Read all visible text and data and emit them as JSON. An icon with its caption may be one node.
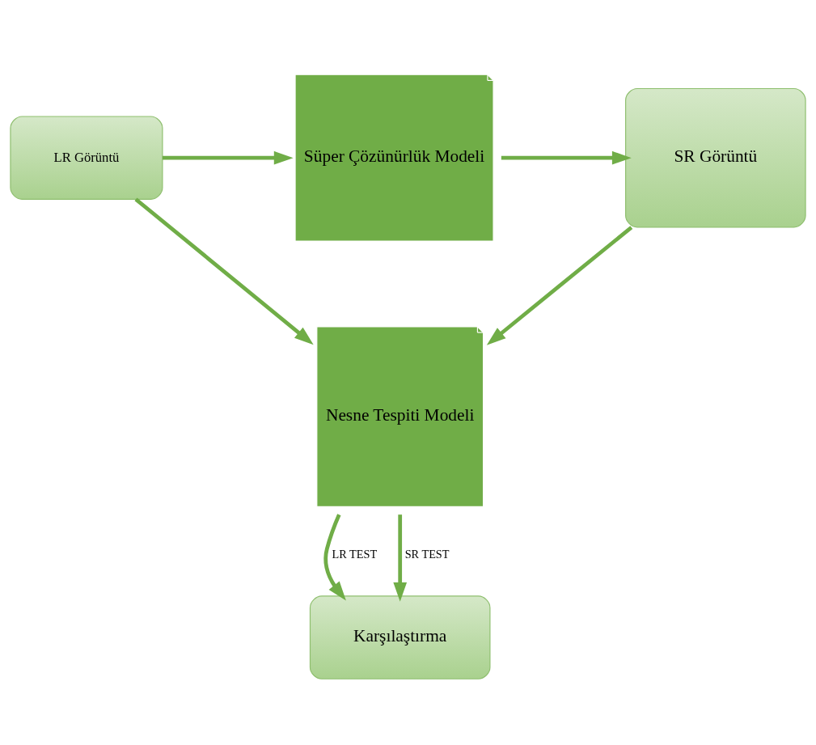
{
  "diagram": {
    "nodes": [
      {
        "text": [
          "LR Görüntü"
        ]
      },
      {
        "text": [
          "Süper Çözünürlük Modeli"
        ]
      },
      {
        "text": [
          "SR Görüntü"
        ]
      },
      {
        "text": [
          "Nesne Tespiti Modeli"
        ]
      },
      {
        "text": [
          "Karşılaştırma"
        ]
      }
    ],
    "edges": [
      {
        "from": 0,
        "to": 1,
        "arrow": "to"
      },
      {
        "from": 1,
        "to": 2,
        "arrow": "to"
      },
      {
        "from": 0,
        "to": 3,
        "arrow": "to"
      },
      {
        "from": 2,
        "to": 3,
        "arrow": "to"
      },
      {
        "from": 3,
        "to": 4,
        "arrow": "to",
        "label": "LR TEST"
      },
      {
        "from": 3,
        "to": 4,
        "arrow": "to",
        "label": "SR TEST"
      }
    ]
  }
}
